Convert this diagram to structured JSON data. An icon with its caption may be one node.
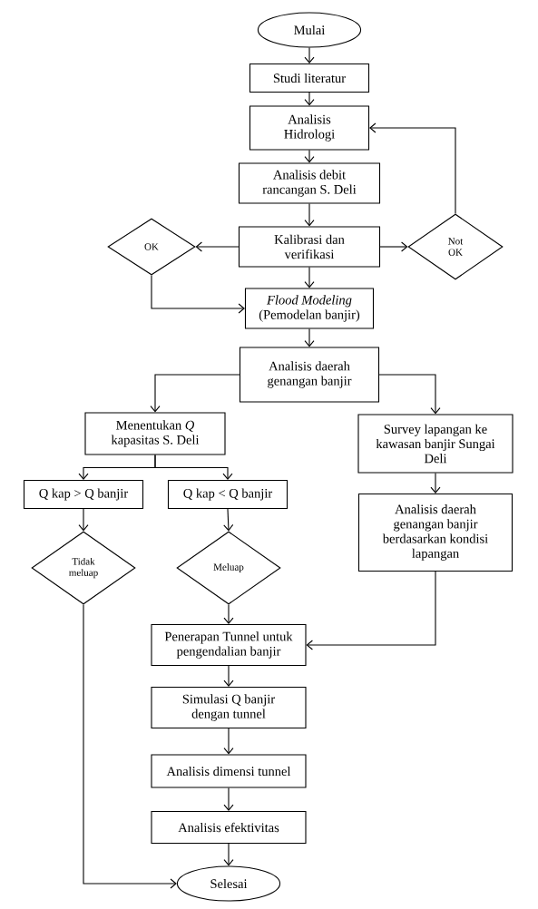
{
  "diagram": {
    "nodes": [
      {
        "text": [
          "Mulai"
        ]
      },
      {
        "text": [
          "Studi literatur"
        ]
      },
      {
        "text": [
          "Analisis Hidrologi"
        ]
      },
      {
        "text": [
          "Analisis debit rancangan S. Deli"
        ]
      },
      {
        "text": [
          "Kalibrasi dan verifikasi"
        ]
      },
      {
        "text": [
          "OK"
        ]
      },
      {
        "text": [
          "Not OK"
        ]
      },
      {
        "text": [
          "*Flood Modeling* (Pemodelan banjir)"
        ]
      },
      {
        "text": [
          "Analisis daerah genangan banjir"
        ]
      },
      {
        "text": [
          "Menentukan *Q* kapasitas S. Deli"
        ]
      },
      {
        "text": [
          "Survey lapangan ke kawasan banjir Sungai Deli"
        ]
      },
      {
        "text": [
          "Q kap > Q banjir"
        ]
      },
      {
        "text": [
          "Q kap < Q banjir"
        ]
      },
      {
        "text": [
          "Analisis daerah genangan banjir berdasarkan kondisi lapangan"
        ]
      },
      {
        "text": [
          "Tidak meluap"
        ]
      },
      {
        "text": [
          "Meluap"
        ]
      },
      {
        "text": [
          "Penerapan Tunnel untuk pengendalian banjir"
        ]
      },
      {
        "text": [
          "Simulasi Q banjir dengan tunnel"
        ]
      },
      {
        "text": [
          "Analisis dimensi tunnel"
        ]
      },
      {
        "text": [
          "Analisis efektivitas"
        ]
      },
      {
        "text": [
          "Selesai"
        ]
      }
    ],
    "edges": [
      {
        "from": 0,
        "to": 1,
        "arrow": "to"
      },
      {
        "from": 1,
        "to": 2,
        "arrow": "to"
      },
      {
        "from": 2,
        "to": 3,
        "arrow": "to"
      },
      {
        "from": 3,
        "to": 4,
        "arrow": "to"
      },
      {
        "from": 4,
        "to": 5,
        "arrow": "to"
      },
      {
        "from": 4,
        "to": 6,
        "arrow": "to"
      },
      {
        "from": 6,
        "to": 2,
        "arrow": "to"
      },
      {
        "from": 4,
        "to": 7,
        "arrow": "to"
      },
      {
        "from": 5,
        "to": 7,
        "arrow": "to"
      },
      {
        "from": 7,
        "to": 8,
        "arrow": "to"
      },
      {
        "from": 8,
        "to": 9,
        "arrow": "to"
      },
      {
        "from": 8,
        "to": 10,
        "arrow": "to"
      },
      {
        "from": 9,
        "to": 11,
        "arrow": "to"
      },
      {
        "from": 9,
        "to": 12,
        "arrow": "to"
      },
      {
        "from": 10,
        "to": 13,
        "arrow": "to"
      },
      {
        "from": 11,
        "to": 14,
        "arrow": "to"
      },
      {
        "from": 12,
        "to": 15,
        "arrow": "to"
      },
      {
        "from": 13,
        "to": 16,
        "arrow": "to"
      },
      {
        "from": 15,
        "to": 16,
        "arrow": "to"
      },
      {
        "from": 14,
        "to": 20,
        "arrow": "to"
      },
      {
        "from": 16,
        "to": 17,
        "arrow": "to"
      },
      {
        "from": 17,
        "to": 18,
        "arrow": "to"
      },
      {
        "from": 18,
        "to": 19,
        "arrow": "to"
      },
      {
        "from": 19,
        "to": 20,
        "arrow": "to"
      }
    ]
  }
}
